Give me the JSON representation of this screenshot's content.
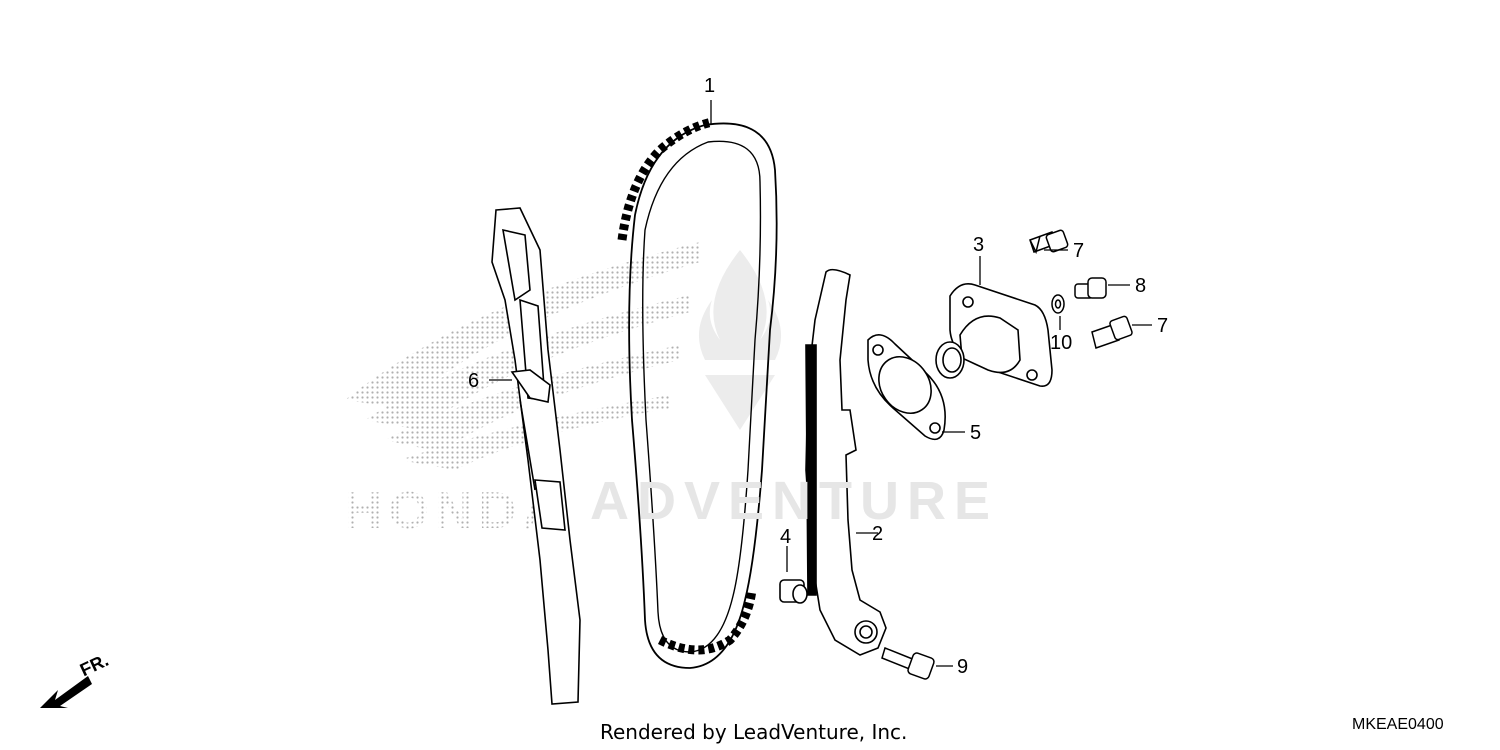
{
  "callouts": [
    "1",
    "2",
    "3",
    "4",
    "5",
    "6",
    "7",
    "7",
    "8",
    "9",
    "10"
  ],
  "footer": {
    "credit": "Rendered by LeadVenture, Inc.",
    "diagram_code": "MKEAE0400"
  },
  "direction": {
    "label": "FR."
  },
  "watermark": {
    "brand": "HONDA",
    "text": "ADVENTURE"
  },
  "colors": {
    "line": "#000000",
    "watermark": "#e6e6e6",
    "halftone": "#b0b0b0"
  }
}
